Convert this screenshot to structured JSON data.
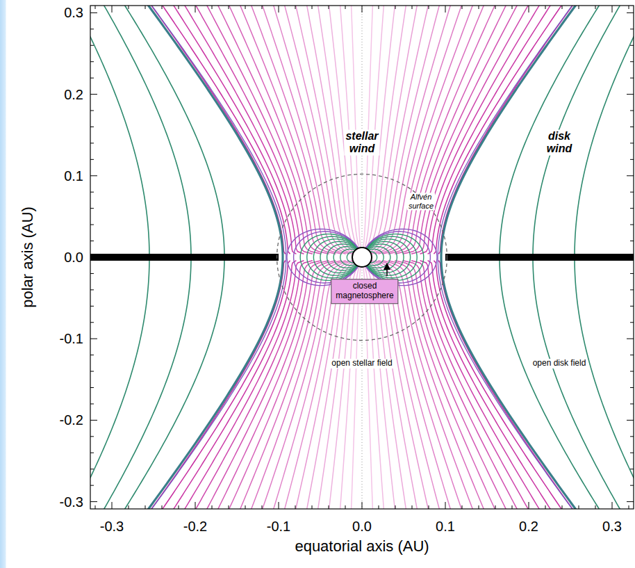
{
  "diagram": {
    "nodes": [
      {
        "text": [
          "closed magnetosphere"
        ]
      }
    ],
    "labels": [
      "stellar wind",
      "disk wind",
      "Alfvén surface",
      "open stellar field",
      "open disk field",
      "polar axis (AU)",
      "equatorial axis (AU)",
      "0.3",
      "0.2",
      "0.1",
      "0.0",
      "-0.1",
      "-0.2",
      "-0.3",
      "-0.3",
      "-0.2",
      "-0.1",
      "0.0",
      "0.1",
      "0.2",
      "0.3"
    ]
  }
}
